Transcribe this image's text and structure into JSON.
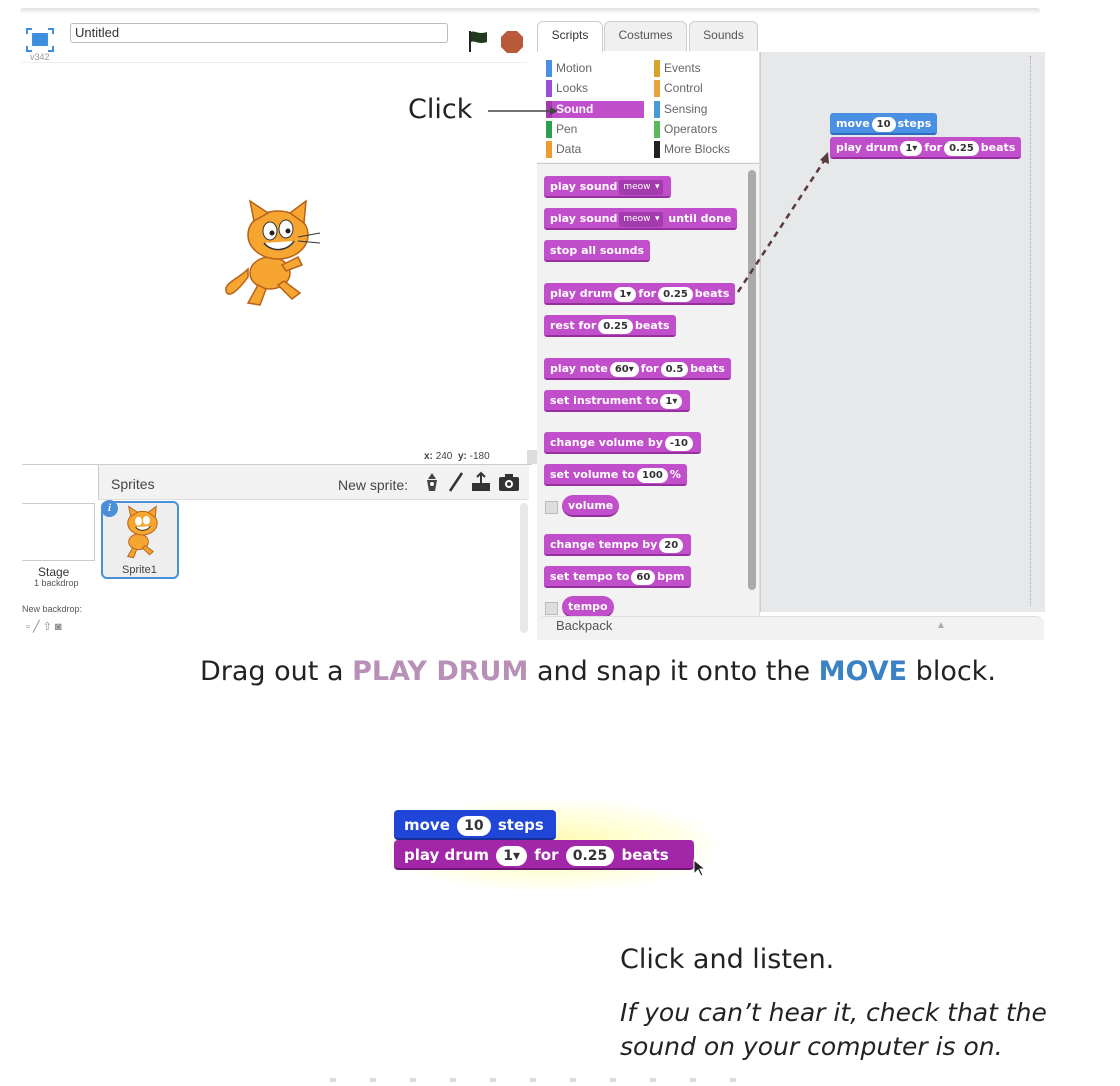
{
  "stage": {
    "version": "v342",
    "title_value": "Untitled",
    "coords": {
      "x_label": "x:",
      "x_value": "240",
      "y_label": "y:",
      "y_value": "-180"
    }
  },
  "sprites_pane": {
    "header": "Sprites",
    "new_sprite_label": "New sprite:",
    "new_sprite_icons": [
      "sprite-library-icon",
      "paint-brush-icon",
      "upload-icon",
      "camera-icon"
    ],
    "stage_label": "Stage",
    "backdrop_count": "1 backdrop",
    "new_backdrop_label": "New backdrop:",
    "sprite1_label": "Sprite1",
    "info_glyph": "i"
  },
  "tabs": [
    "Scripts",
    "Costumes",
    "Sounds"
  ],
  "categories_left": [
    {
      "label": "Motion",
      "color": "#4a90e2"
    },
    {
      "label": "Looks",
      "color": "#9a4fd6"
    },
    {
      "label": "Sound",
      "color": "#c14fcb",
      "selected": true
    },
    {
      "label": "Pen",
      "color": "#2e9e4f"
    },
    {
      "label": "Data",
      "color": "#ee9c2e"
    }
  ],
  "categories_right": [
    {
      "label": "Events",
      "color": "#d9a22b"
    },
    {
      "label": "Control",
      "color": "#e6a23c"
    },
    {
      "label": "Sensing",
      "color": "#4a9ad6"
    },
    {
      "label": "Operators",
      "color": "#5cb85c"
    },
    {
      "label": "More Blocks",
      "color": "#222"
    }
  ],
  "palette": {
    "play_sound": {
      "w1": "play sound",
      "drop": "meow"
    },
    "play_sound_until": {
      "w1": "play sound",
      "drop": "meow",
      "w2": "until done"
    },
    "stop_all": "stop all sounds",
    "play_drum": {
      "w1": "play drum",
      "drum": "1",
      "w2": "for",
      "beats": "0.25",
      "w3": "beats"
    },
    "rest": {
      "w1": "rest for",
      "beats": "0.25",
      "w2": "beats"
    },
    "play_note": {
      "w1": "play note",
      "note": "60",
      "w2": "for",
      "beats": "0.5",
      "w3": "beats"
    },
    "set_instrument": {
      "w1": "set instrument to",
      "val": "1"
    },
    "change_volume": {
      "w1": "change volume by",
      "val": "-10"
    },
    "set_volume": {
      "w1": "set volume to",
      "val": "100",
      "w2": "%"
    },
    "volume_reporter": "volume",
    "change_tempo": {
      "w1": "change tempo by",
      "val": "20"
    },
    "set_tempo": {
      "w1": "set tempo to",
      "val": "60",
      "w2": "bpm"
    },
    "tempo_reporter": "tempo"
  },
  "script_area": {
    "move": {
      "w1": "move",
      "val": "10",
      "w2": "steps"
    },
    "drum": {
      "w1": "play drum",
      "drum": "1",
      "w2": "for",
      "beats": "0.25",
      "w3": "beats"
    }
  },
  "backpack_label": "Backpack",
  "annotations": {
    "click": "Click",
    "caption1_a": "Drag out a ",
    "caption1_play": "PLAY DRUM",
    "caption1_b": " and snap it onto the ",
    "caption1_move": "MOVE",
    "caption1_c": " block.",
    "caption2": "Click and listen.",
    "caption3_line1": "If you can’t hear it, check that the",
    "caption3_line2": "sound on your computer is on."
  },
  "big_blocks": {
    "move": {
      "w1": "move",
      "val": "10",
      "w2": "steps"
    },
    "drum": {
      "w1": "play drum",
      "drum": "1",
      "w2": "for",
      "beats": "0.25",
      "w3": "beats"
    }
  },
  "colors": {
    "sound": "#c14fcb",
    "motion": "#4a90e2",
    "caption_play": "#b78fb7",
    "caption_move": "#3b82c4"
  }
}
